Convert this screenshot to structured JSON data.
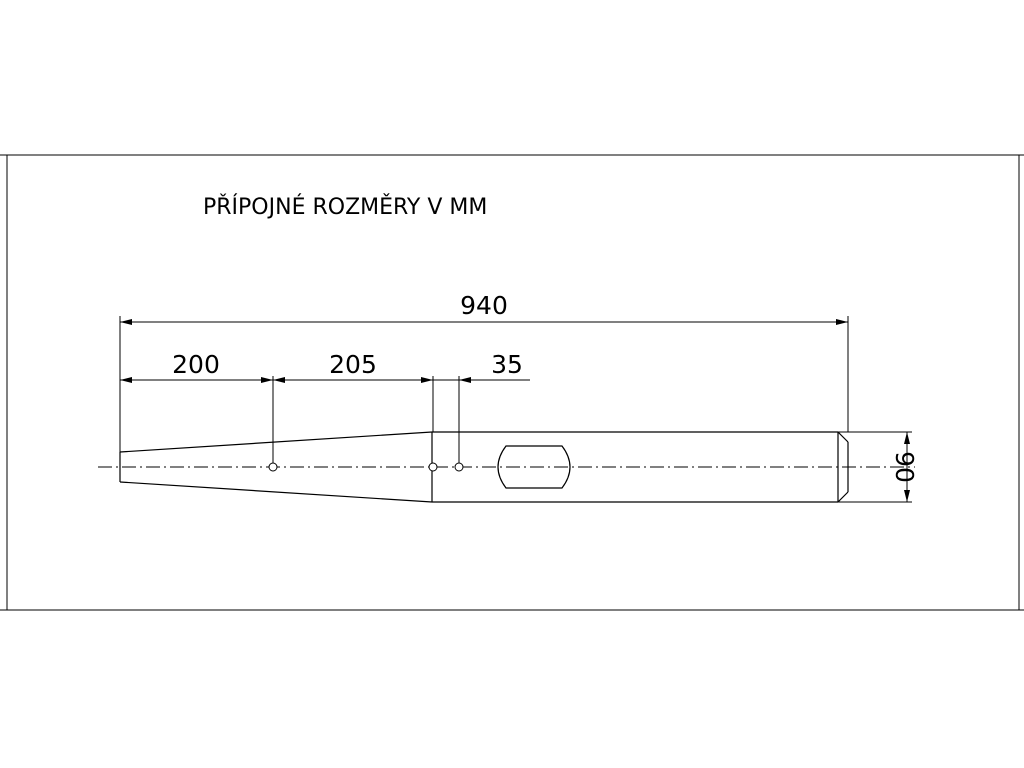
{
  "title": "PŘÍPOJNÉ ROZMĚRY V MM",
  "dimensions": {
    "overall_length": "940",
    "segment_1": "200",
    "segment_2": "205",
    "segment_3": "35",
    "diameter": "90"
  },
  "colors": {
    "line": "#000000",
    "background": "#ffffff"
  }
}
